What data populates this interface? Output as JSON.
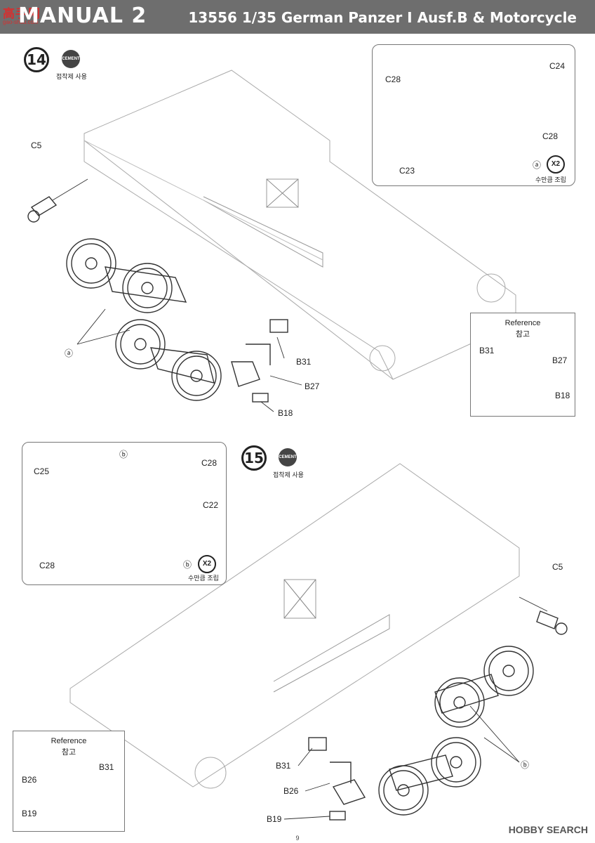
{
  "header": {
    "title": "MANUAL 2",
    "product": "13556 1/35 German Panzer I Ausf.B & Motorcycle",
    "logo_chars": "高手网",
    "logo_url": "gao-shou.com"
  },
  "step14": {
    "number": "14",
    "cement_label": "CEMENT",
    "cement_korean": "접착제 사용",
    "parts": [
      "C5",
      "ⓐ",
      "B31",
      "B27",
      "B18"
    ],
    "inset": {
      "labels": [
        "C28",
        "C24",
        "C28",
        "C23"
      ],
      "marker": "ⓐ",
      "x2": "X2",
      "x2_korean": "수만큼 조립"
    },
    "reference": {
      "title": "Reference",
      "korean": "참고",
      "labels": [
        "B31",
        "B27",
        "B18"
      ]
    }
  },
  "step15": {
    "number": "15",
    "cement_label": "CEMENT",
    "cement_korean": "접착제 사용",
    "parts": [
      "C5",
      "B31",
      "B26",
      "B19",
      "ⓑ"
    ],
    "inset": {
      "labels": [
        "C25",
        "C28",
        "C22",
        "C28"
      ],
      "marker_top": "ⓑ",
      "marker_bottom": "ⓑ",
      "x2": "X2",
      "x2_korean": "수만큼 조립"
    },
    "reference": {
      "title": "Reference",
      "korean": "참고",
      "labels": [
        "B31",
        "B26",
        "B19"
      ]
    }
  },
  "footer": {
    "page_number": "9",
    "watermark": "HOBBY SEARCH"
  }
}
